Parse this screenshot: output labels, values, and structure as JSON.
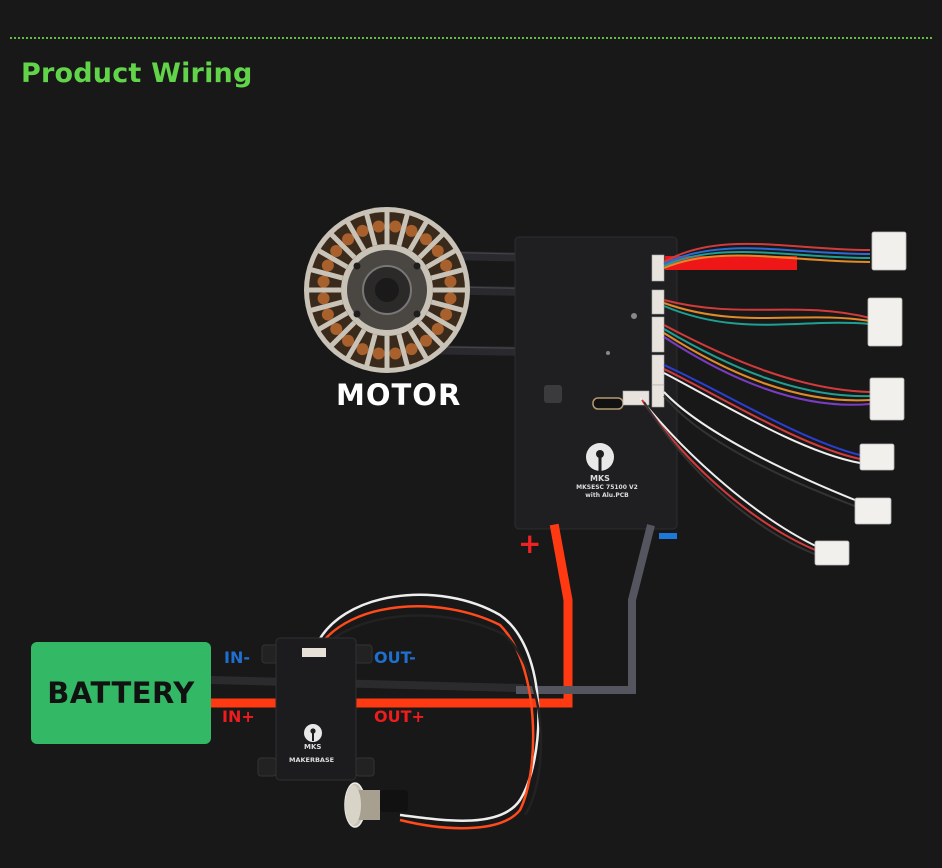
{
  "header": {
    "title": "Product Wiring",
    "title_color": "#62d44a",
    "divider_color": "#5fbf3a"
  },
  "components": {
    "motor": {
      "label": "MOTOR"
    },
    "esc": {
      "brand": "MKS",
      "model_line1": "MKSESC 75100 V2",
      "model_line2": "with Alu.PCB"
    },
    "battery": {
      "label": "BATTERY",
      "color": "#33b866"
    },
    "antispark_switch": {
      "brand": "MKS",
      "maker": "MAKERBASE"
    },
    "power_button": {
      "icon": "push-button-switch"
    }
  },
  "terminals": {
    "in_minus": "IN-",
    "out_minus": "OUT-",
    "in_plus": "IN+",
    "out_plus": "OUT+",
    "esc_plus": "+",
    "esc_minus": "-"
  },
  "colors": {
    "positive": "#ee1c1c",
    "negative": "#1f6fd0",
    "background": "#181818"
  },
  "signal_connectors": [
    {
      "name": "connector-1"
    },
    {
      "name": "connector-2"
    },
    {
      "name": "connector-3"
    },
    {
      "name": "connector-4"
    },
    {
      "name": "connector-5"
    },
    {
      "name": "connector-6"
    }
  ]
}
